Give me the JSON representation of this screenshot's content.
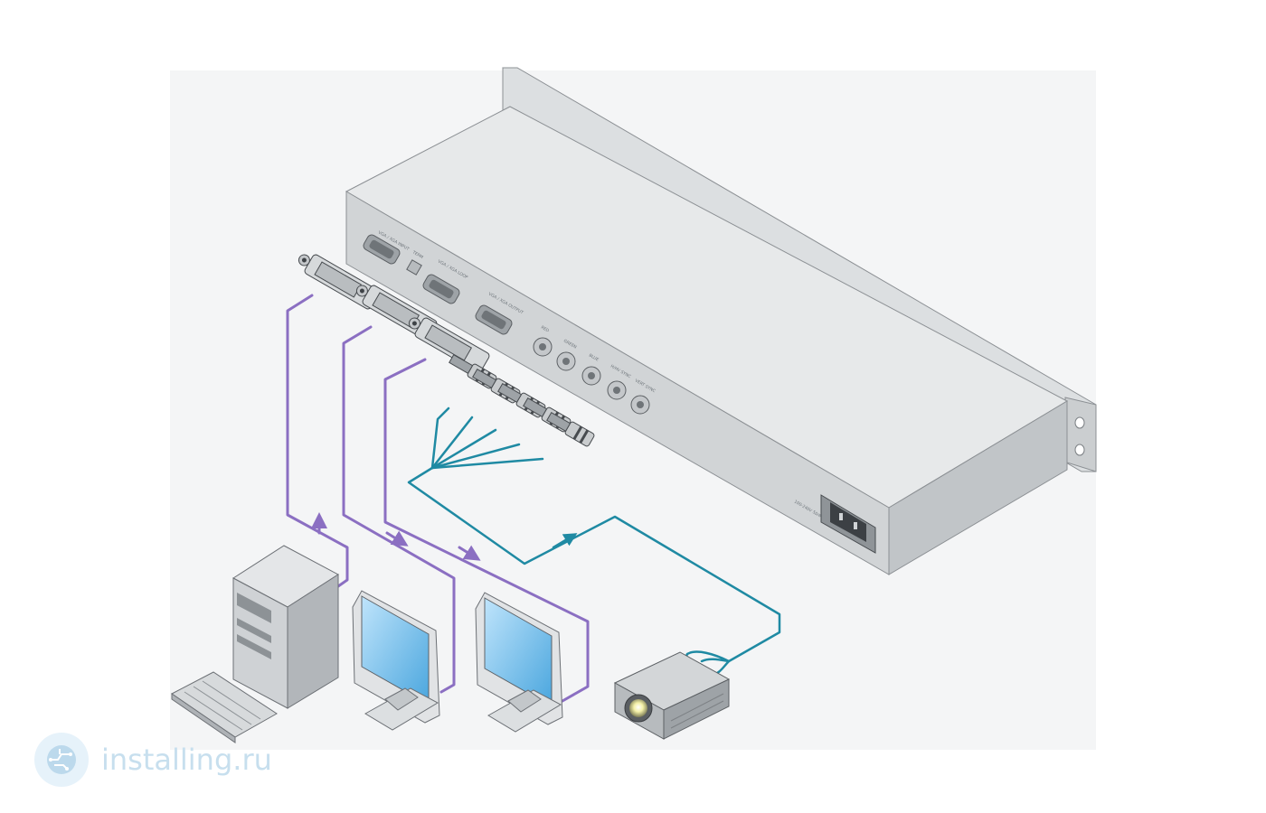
{
  "device": {
    "labels": {
      "vga_input": "VGA / XGA INPUT",
      "term": "TERM",
      "vga_loop": "VGA / XGA LOOP",
      "vga_output": "VGA / XGA OUTPUT",
      "red": "RED",
      "green": "GREEN",
      "blue": "BLUE",
      "hv_sync": "H/HV SYNC",
      "vert_sync": "VERT SYNC",
      "power": "100-240V 50/60Hz"
    }
  },
  "colors": {
    "vga_cable": "#8b6fc2",
    "component_cable": "#1f8aa3",
    "chassis_top": "#e7e9ea",
    "chassis_front": "#d1d4d6"
  },
  "watermark": {
    "text": "installing.ru",
    "icon": "circuit-globe-icon"
  }
}
